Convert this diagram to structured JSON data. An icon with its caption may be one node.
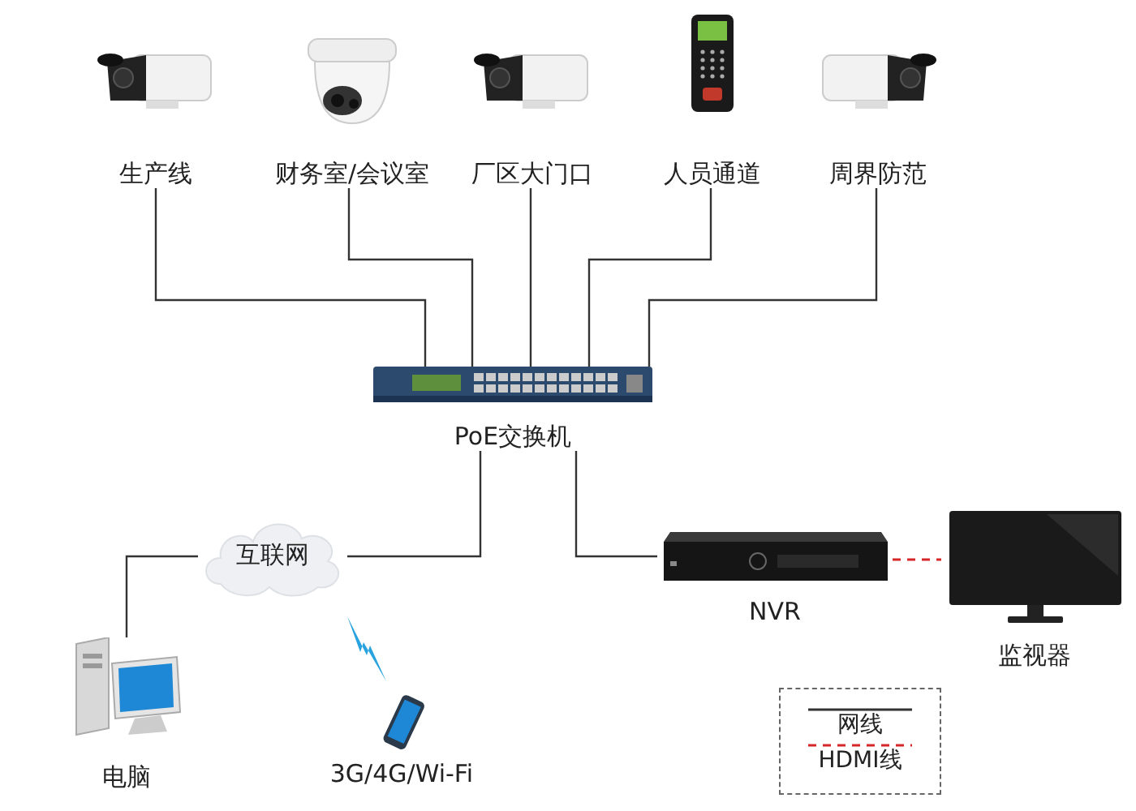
{
  "diagram": {
    "nodes": [
      {
        "text": [
          "生产线"
        ]
      },
      {
        "text": [
          "财务室/会议室"
        ]
      },
      {
        "text": [
          "厂区大门口"
        ]
      },
      {
        "text": [
          "人员通道"
        ]
      },
      {
        "text": [
          "周界防范"
        ]
      },
      {
        "text": [
          "PoE交换机"
        ]
      },
      {
        "text": [
          "互联网"
        ]
      },
      {
        "text": [
          "NVR"
        ]
      },
      {
        "text": [
          "监视器"
        ]
      },
      {
        "text": [
          "电脑"
        ]
      },
      {
        "text": [
          "3G/4G/Wi-Fi"
        ]
      }
    ],
    "edges": [
      {
        "from": 0,
        "to": 5,
        "arrow": "none"
      },
      {
        "from": 1,
        "to": 5,
        "arrow": "none"
      },
      {
        "from": 2,
        "to": 5,
        "arrow": "none"
      },
      {
        "from": 3,
        "to": 5,
        "arrow": "none"
      },
      {
        "from": 4,
        "to": 5,
        "arrow": "none"
      },
      {
        "from": 6,
        "to": 5,
        "arrow": "none"
      },
      {
        "from": 5,
        "to": 7,
        "arrow": "none"
      },
      {
        "from": 7,
        "to": 8,
        "arrow": "none",
        "style": "dashed",
        "color": "#d62728"
      },
      {
        "from": 9,
        "to": 6,
        "arrow": "none"
      }
    ],
    "legend": [
      {
        "text": "网线"
      },
      {
        "text": "HDMI线"
      }
    ]
  }
}
